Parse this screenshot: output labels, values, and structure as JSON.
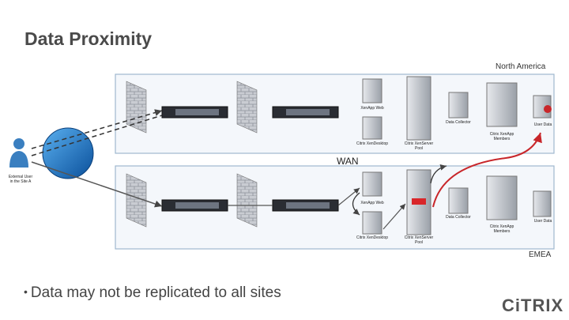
{
  "slide": {
    "title": "Data Proximity",
    "bullet": "Data may not be replicated to all sites",
    "bullet_marker": "•",
    "logo": "CiTRIX"
  },
  "sites": {
    "north_america": "North America",
    "emea": "EMEA",
    "wan": "WAN"
  },
  "user": {
    "label_line1": "External User",
    "label_line2": "in the Site A"
  },
  "na_components": {
    "xenapp_web": "XenApp Web",
    "xendesktop": "Citrix XenDesktop",
    "xenserver_pool_1": "Citrix XenServer",
    "xenserver_pool_2": "Pool",
    "data_collector": "Data Collector",
    "user_data": "User Data",
    "xenapp_members_1": "Citrix XenApp",
    "xenapp_members_2": "Members"
  },
  "emea_components": {
    "xenapp_web": "XenApp Web",
    "xendesktop": "Citrix XenDesktop",
    "xenserver_pool_1": "Citrix XenServer",
    "xenserver_pool_2": "Pool",
    "data_collector": "Data Collector",
    "user_data": "User Data",
    "xenapp_members_1": "Citrix XenApp",
    "xenapp_members_2": "Members"
  },
  "colors": {
    "site_border": "#9fb8cf",
    "globe": "#1a7bd0",
    "arrow_red": "#c8262a",
    "title": "#4a4a4a"
  }
}
